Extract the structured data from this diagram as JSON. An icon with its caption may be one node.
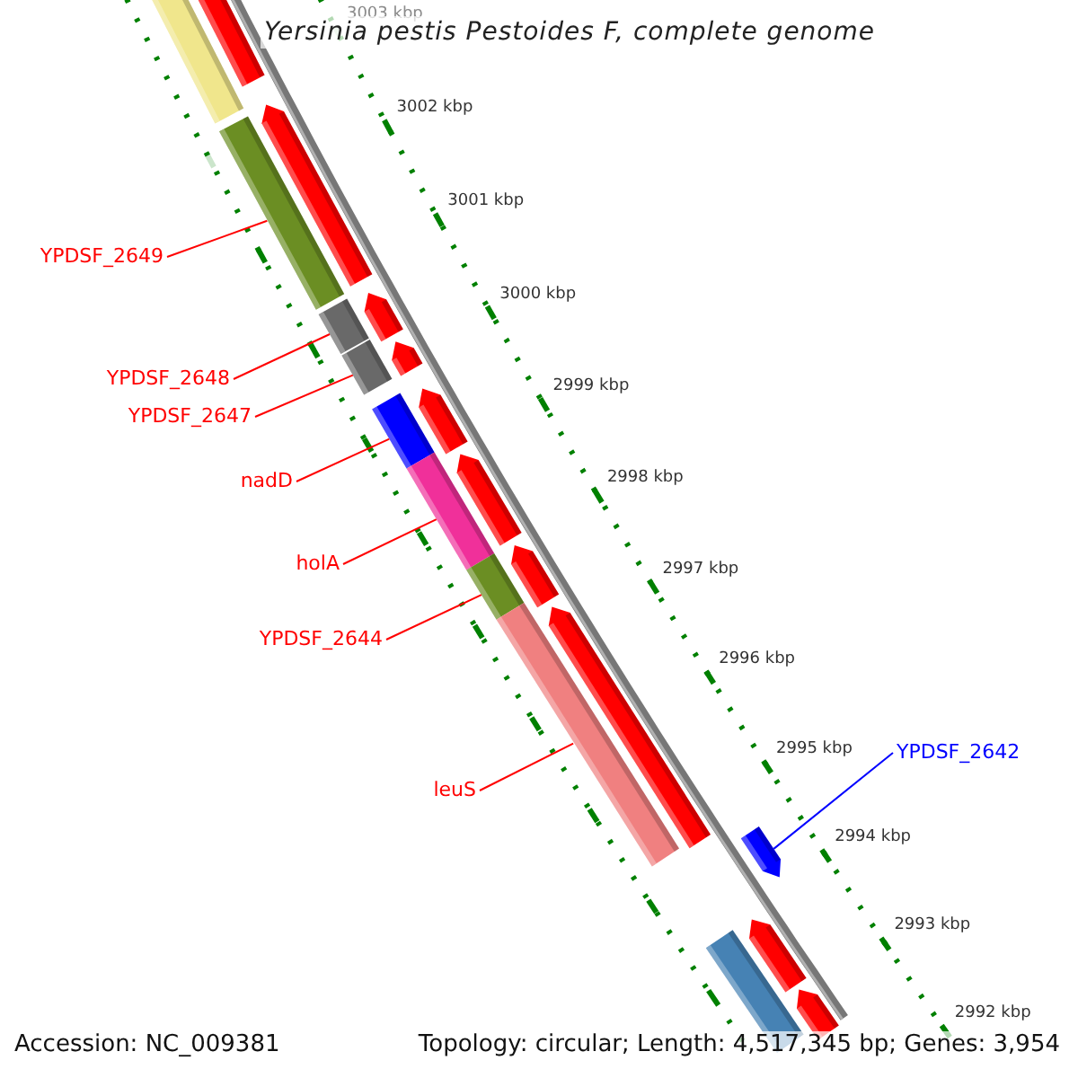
{
  "diagram": {
    "title": "Yersinia pestis Pestoides F, complete genome",
    "nodes": [
      {
        "text": [
          "YPDSF_2649"
        ]
      },
      {
        "text": [
          "YPDSF_2648"
        ]
      },
      {
        "text": [
          "YPDSF_2647"
        ]
      },
      {
        "text": [
          "nadD"
        ]
      },
      {
        "text": [
          "holA"
        ]
      },
      {
        "text": [
          "YPDSF_2644"
        ]
      },
      {
        "text": [
          "leuS"
        ]
      },
      {
        "text": [
          "YPDSF_2642"
        ]
      },
      {
        "text": [],
        "shape": "bar"
      },
      {
        "text": [],
        "shape": "bar"
      },
      {
        "text": [],
        "shape": "bar"
      },
      {
        "text": [],
        "shape": "bar"
      },
      {
        "text": [],
        "shape": "bar"
      },
      {
        "text": [],
        "shape": "bar"
      },
      {
        "text": [],
        "shape": "bar"
      },
      {
        "text": [],
        "shape": "bar"
      },
      {
        "text": [],
        "shape": "bar"
      },
      {
        "text": [],
        "shape": "pentagon"
      },
      {
        "text": [],
        "shape": "pentagon"
      },
      {
        "text": [],
        "shape": "pentagon"
      },
      {
        "text": [],
        "shape": "pentagon"
      },
      {
        "text": [],
        "shape": "pentagon"
      },
      {
        "text": [],
        "shape": "pentagon"
      },
      {
        "text": [],
        "shape": "pentagon"
      },
      {
        "text": [],
        "shape": "pentagon"
      },
      {
        "text": [],
        "shape": "pentagon"
      },
      {
        "text": [],
        "shape": "pentagon"
      },
      {
        "text": [],
        "shape": "pentagon"
      }
    ],
    "edges": [
      {
        "from": 0,
        "to": 9,
        "arrow": "none"
      },
      {
        "from": 1,
        "to": 10,
        "arrow": "none"
      },
      {
        "from": 2,
        "to": 11,
        "arrow": "none"
      },
      {
        "from": 3,
        "to": 12,
        "arrow": "none"
      },
      {
        "from": 4,
        "to": 13,
        "arrow": "none"
      },
      {
        "from": 5,
        "to": 14,
        "arrow": "none"
      },
      {
        "from": 6,
        "to": 15,
        "arrow": "none"
      },
      {
        "from": 7,
        "to": 27,
        "arrow": "none",
        "color": "#0000ff"
      }
    ],
    "labels": [
      "3003 kbp",
      "3002 kbp",
      "3001 kbp",
      "3000 kbp",
      "2999 kbp",
      "2998 kbp",
      "2997 kbp",
      "2996 kbp",
      "2995 kbp",
      "2994 kbp",
      "2993 kbp",
      "2992 kbp",
      "Accession: NC_009381",
      "Topology: circular; Length: 4,517,345 bp; Genes: 3,954"
    ]
  }
}
